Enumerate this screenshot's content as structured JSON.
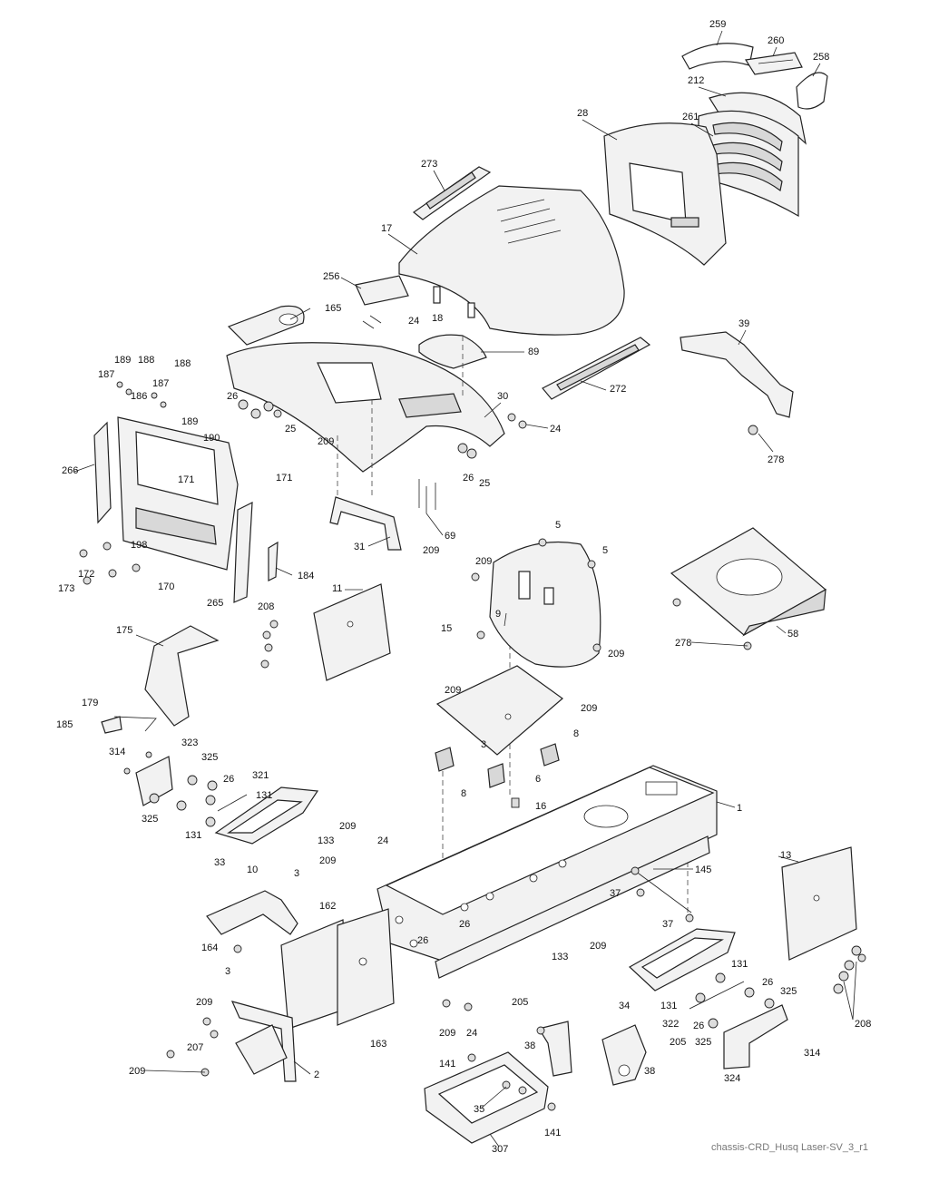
{
  "caption": "chassis-CRD_Husq Laser-SV_3_r1",
  "callouts": {
    "c259": "259",
    "c260": "260",
    "c258": "258",
    "c212": "212",
    "c261": "261",
    "c28": "28",
    "c273": "273",
    "c17": "17",
    "c256": "256",
    "c18": "18",
    "c165": "165",
    "c24a": "24",
    "c89": "89",
    "c39": "39",
    "c272": "272",
    "c278a": "278",
    "c30": "30",
    "c24b": "24",
    "c26a": "26",
    "c25a": "25",
    "c26b": "26",
    "c25b": "25",
    "c187a": "187",
    "c189a": "189",
    "c188a": "188",
    "c187b": "187",
    "c188b": "188",
    "c186": "186",
    "c189b": "189",
    "c190": "190",
    "c266": "266",
    "c171a": "171",
    "c171b": "171",
    "c209a": "209",
    "c69": "69",
    "c31": "31",
    "c209b": "209",
    "c198": "198",
    "c172": "172",
    "c173": "173",
    "c170": "170",
    "c265": "265",
    "c184": "184",
    "c5a": "5",
    "c5b": "5",
    "c209c": "209",
    "c9": "9",
    "c15": "15",
    "c209d": "209",
    "c11": "11",
    "c208a": "208",
    "c278b": "278",
    "c58": "58",
    "c175": "175",
    "c209e": "209",
    "c209f": "209",
    "c3a": "3",
    "c8a": "8",
    "c6": "6",
    "c8b": "8",
    "c16": "16",
    "c179": "179",
    "c185": "185",
    "c314a": "314",
    "c323": "323",
    "c325a": "325",
    "c26c": "26",
    "c321": "321",
    "c131a": "131",
    "c325b": "325",
    "c131b": "131",
    "c1": "1",
    "c209g": "209",
    "c133a": "133",
    "c33": "33",
    "c10": "10",
    "c24c": "24",
    "c209h": "209",
    "c3b": "3",
    "c162": "162",
    "c26d": "26",
    "c26e": "26",
    "c145": "145",
    "c37a": "37",
    "c37b": "37",
    "c209i": "209",
    "c13": "13",
    "c164": "164",
    "c3c": "3",
    "c133b": "133",
    "c131c": "131",
    "c26f": "26",
    "c325c": "325",
    "c34": "34",
    "c131d": "131",
    "c322": "322",
    "c26g": "26",
    "c209j": "209",
    "c207": "207",
    "c205a": "205",
    "c209k": "209",
    "c24d": "24",
    "c163": "163",
    "c38a": "38",
    "c205b": "205",
    "c38b": "38",
    "c325d": "325",
    "c208b": "208",
    "c314b": "314",
    "c209l": "209",
    "c2": "2",
    "c141a": "141",
    "c35": "35",
    "c324": "324",
    "c141b": "141",
    "c307": "307"
  }
}
